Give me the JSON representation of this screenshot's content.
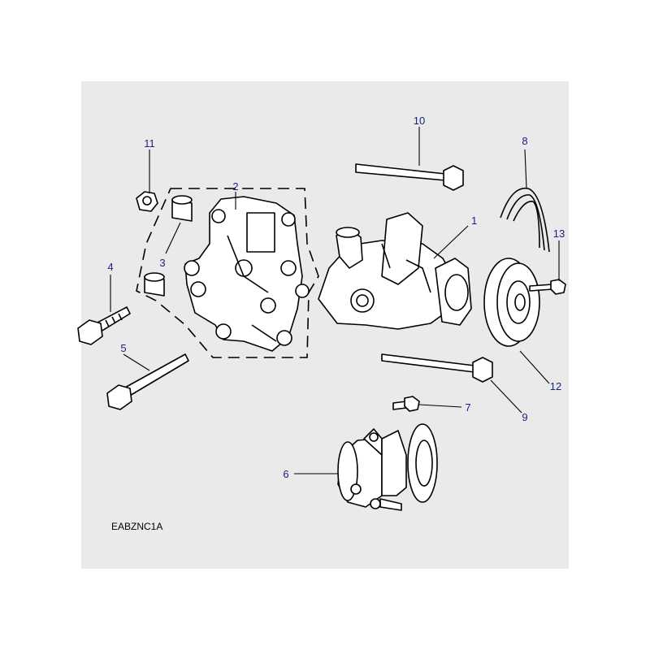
{
  "diagram": {
    "callouts": [
      {
        "id": "1",
        "label": "1"
      },
      {
        "id": "2",
        "label": "2"
      },
      {
        "id": "3",
        "label": "3"
      },
      {
        "id": "4",
        "label": "4"
      },
      {
        "id": "5",
        "label": "5"
      },
      {
        "id": "6",
        "label": "6"
      },
      {
        "id": "7",
        "label": "7"
      },
      {
        "id": "8",
        "label": "8"
      },
      {
        "id": "9",
        "label": "9"
      },
      {
        "id": "10",
        "label": "10"
      },
      {
        "id": "11",
        "label": "11"
      },
      {
        "id": "12",
        "label": "12"
      },
      {
        "id": "13",
        "label": "13"
      }
    ],
    "drawing_code": "EABZNC1A",
    "colors": {
      "callout": "#1a237e",
      "background": "#eaeaea",
      "line": "#000000"
    }
  }
}
